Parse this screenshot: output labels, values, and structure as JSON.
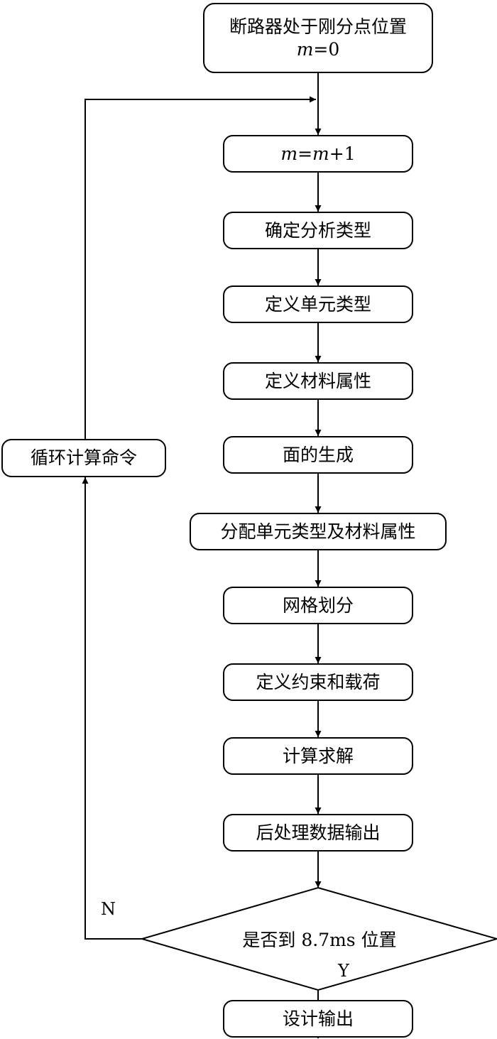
{
  "steps": {
    "start_line1": "断路器处于刚分点位置",
    "start_m": "m",
    "start_eq": "=0",
    "inc_m1": "m",
    "inc_eq": "=",
    "inc_m2": "m",
    "inc_plus": "+1",
    "analysis_type": "确定分析类型",
    "element_type": "定义单元类型",
    "material": "定义材料属性",
    "surface": "面的生成",
    "assign": "分配单元类型及材料属性",
    "mesh": "网格划分",
    "constraints": "定义约束和载荷",
    "solve": "计算求解",
    "postprocess": "后处理数据输出",
    "loop_cmd": "循环计算命令",
    "decision": "是否到 8.7ms 位置",
    "output": "设计输出"
  },
  "labels": {
    "no": "N",
    "yes": "Y"
  },
  "colors": {
    "line": "#000000",
    "background": "#ffffff"
  }
}
